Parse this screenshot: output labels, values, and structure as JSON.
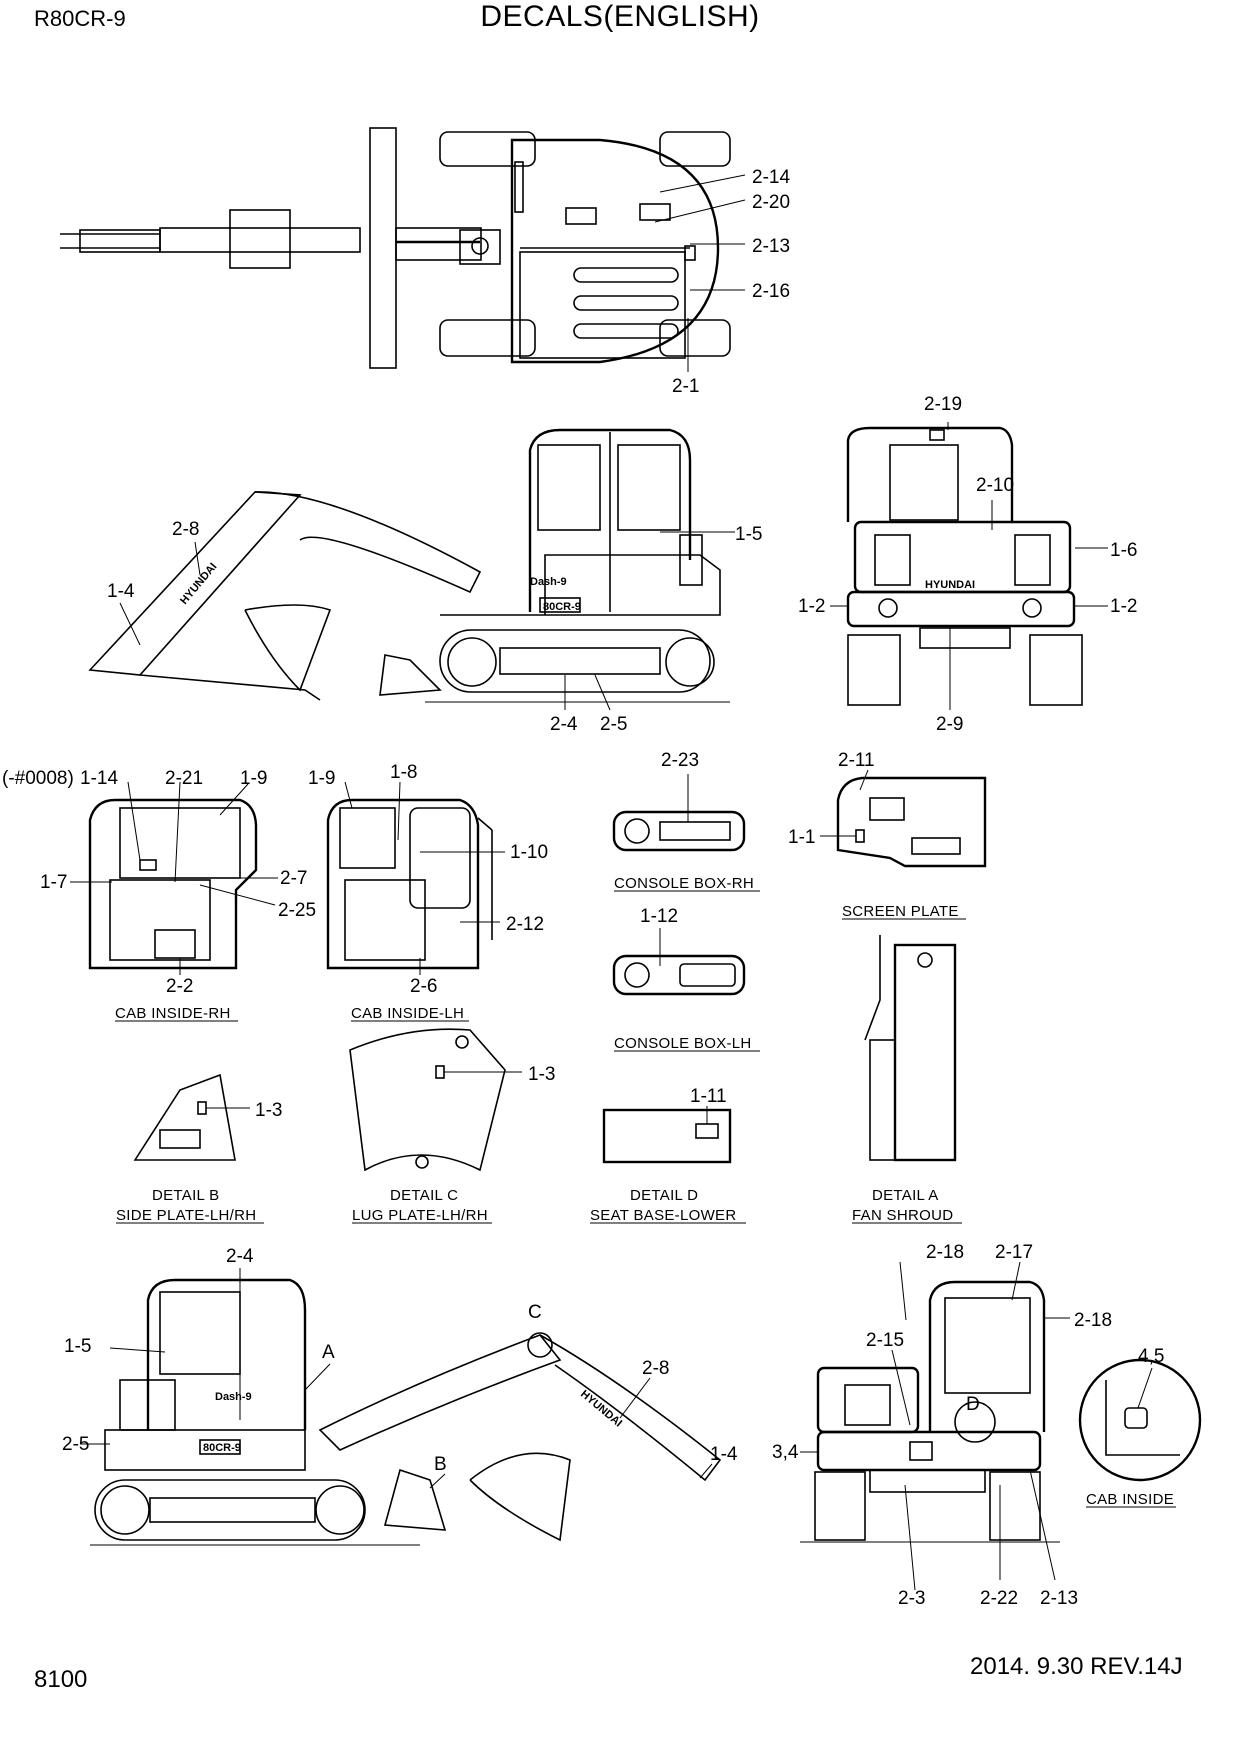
{
  "header": {
    "model": "R80CR-9",
    "title": "DECALS(ENGLISH)"
  },
  "footer": {
    "page_number": "8100",
    "revision": "2014. 9.30  REV.14J"
  },
  "brand_text": {
    "hyundai": "HYUNDAI",
    "dash": "Dash-9",
    "model_plate": "80CR-9"
  },
  "callouts": {
    "top_2_14": "2-14",
    "top_2_20": "2-20",
    "top_2_13": "2-13",
    "top_2_16": "2-16",
    "top_2_1": "2-1",
    "side_2_8": "2-8",
    "side_1_4": "1-4",
    "side_1_5": "1-5",
    "side_2_4": "2-4",
    "side_2_5": "2-5",
    "rear_2_19": "2-19",
    "rear_2_10": "2-10",
    "rear_1_6": "1-6",
    "rear_1_2_l": "1-2",
    "rear_1_2_r": "1-2",
    "rear_2_9": "2-9",
    "cab_rh_prefix": "(-#0008)",
    "cab_rh_1_14": "1-14",
    "cab_rh_2_21": "2-21",
    "cab_rh_1_9": "1-9",
    "cab_rh_1_7": "1-7",
    "cab_rh_2_7": "2-7",
    "cab_rh_2_25": "2-25",
    "cab_rh_2_2": "2-2",
    "cab_lh_1_9": "1-9",
    "cab_lh_1_8": "1-8",
    "cab_lh_1_10": "1-10",
    "cab_lh_2_12": "2-12",
    "cab_lh_2_6": "2-6",
    "console_rh_2_23": "2-23",
    "console_lh_1_12": "1-12",
    "screen_2_11": "2-11",
    "screen_1_1": "1-1",
    "detail_b_1_3": "1-3",
    "detail_c_1_3": "1-3",
    "detail_d_1_11": "1-11",
    "lower_2_4": "2-4",
    "lower_1_5": "1-5",
    "lower_a": "A",
    "lower_c": "C",
    "lower_2_8": "2-8",
    "lower_2_5": "2-5",
    "lower_b": "B",
    "lower_1_4": "1-4",
    "rear2_2_18_a": "2-18",
    "rear2_2_17": "2-17",
    "rear2_2_18_b": "2-18",
    "rear2_2_15": "2-15",
    "rear2_d": "D",
    "rear2_3_4": "3,4",
    "rear2_4_5": "4,5",
    "rear2_2_3": "2-3",
    "rear2_2_22": "2-22",
    "rear2_2_13": "2-13"
  },
  "captions": {
    "cab_inside_rh": "CAB INSIDE-RH",
    "cab_inside_lh": "CAB INSIDE-LH",
    "console_box_rh": "CONSOLE BOX-RH",
    "console_box_lh": "CONSOLE BOX-LH",
    "screen_plate": "SCREEN PLATE",
    "detail_a_1": "DETAIL A",
    "detail_a_2": "FAN SHROUD",
    "detail_b_1": "DETAIL B",
    "detail_b_2": "SIDE PLATE-LH/RH",
    "detail_c_1": "DETAIL C",
    "detail_c_2": "LUG PLATE-LH/RH",
    "detail_d_1": "DETAIL D",
    "detail_d_2": "SEAT BASE-LOWER",
    "cab_inside": "CAB INSIDE"
  }
}
